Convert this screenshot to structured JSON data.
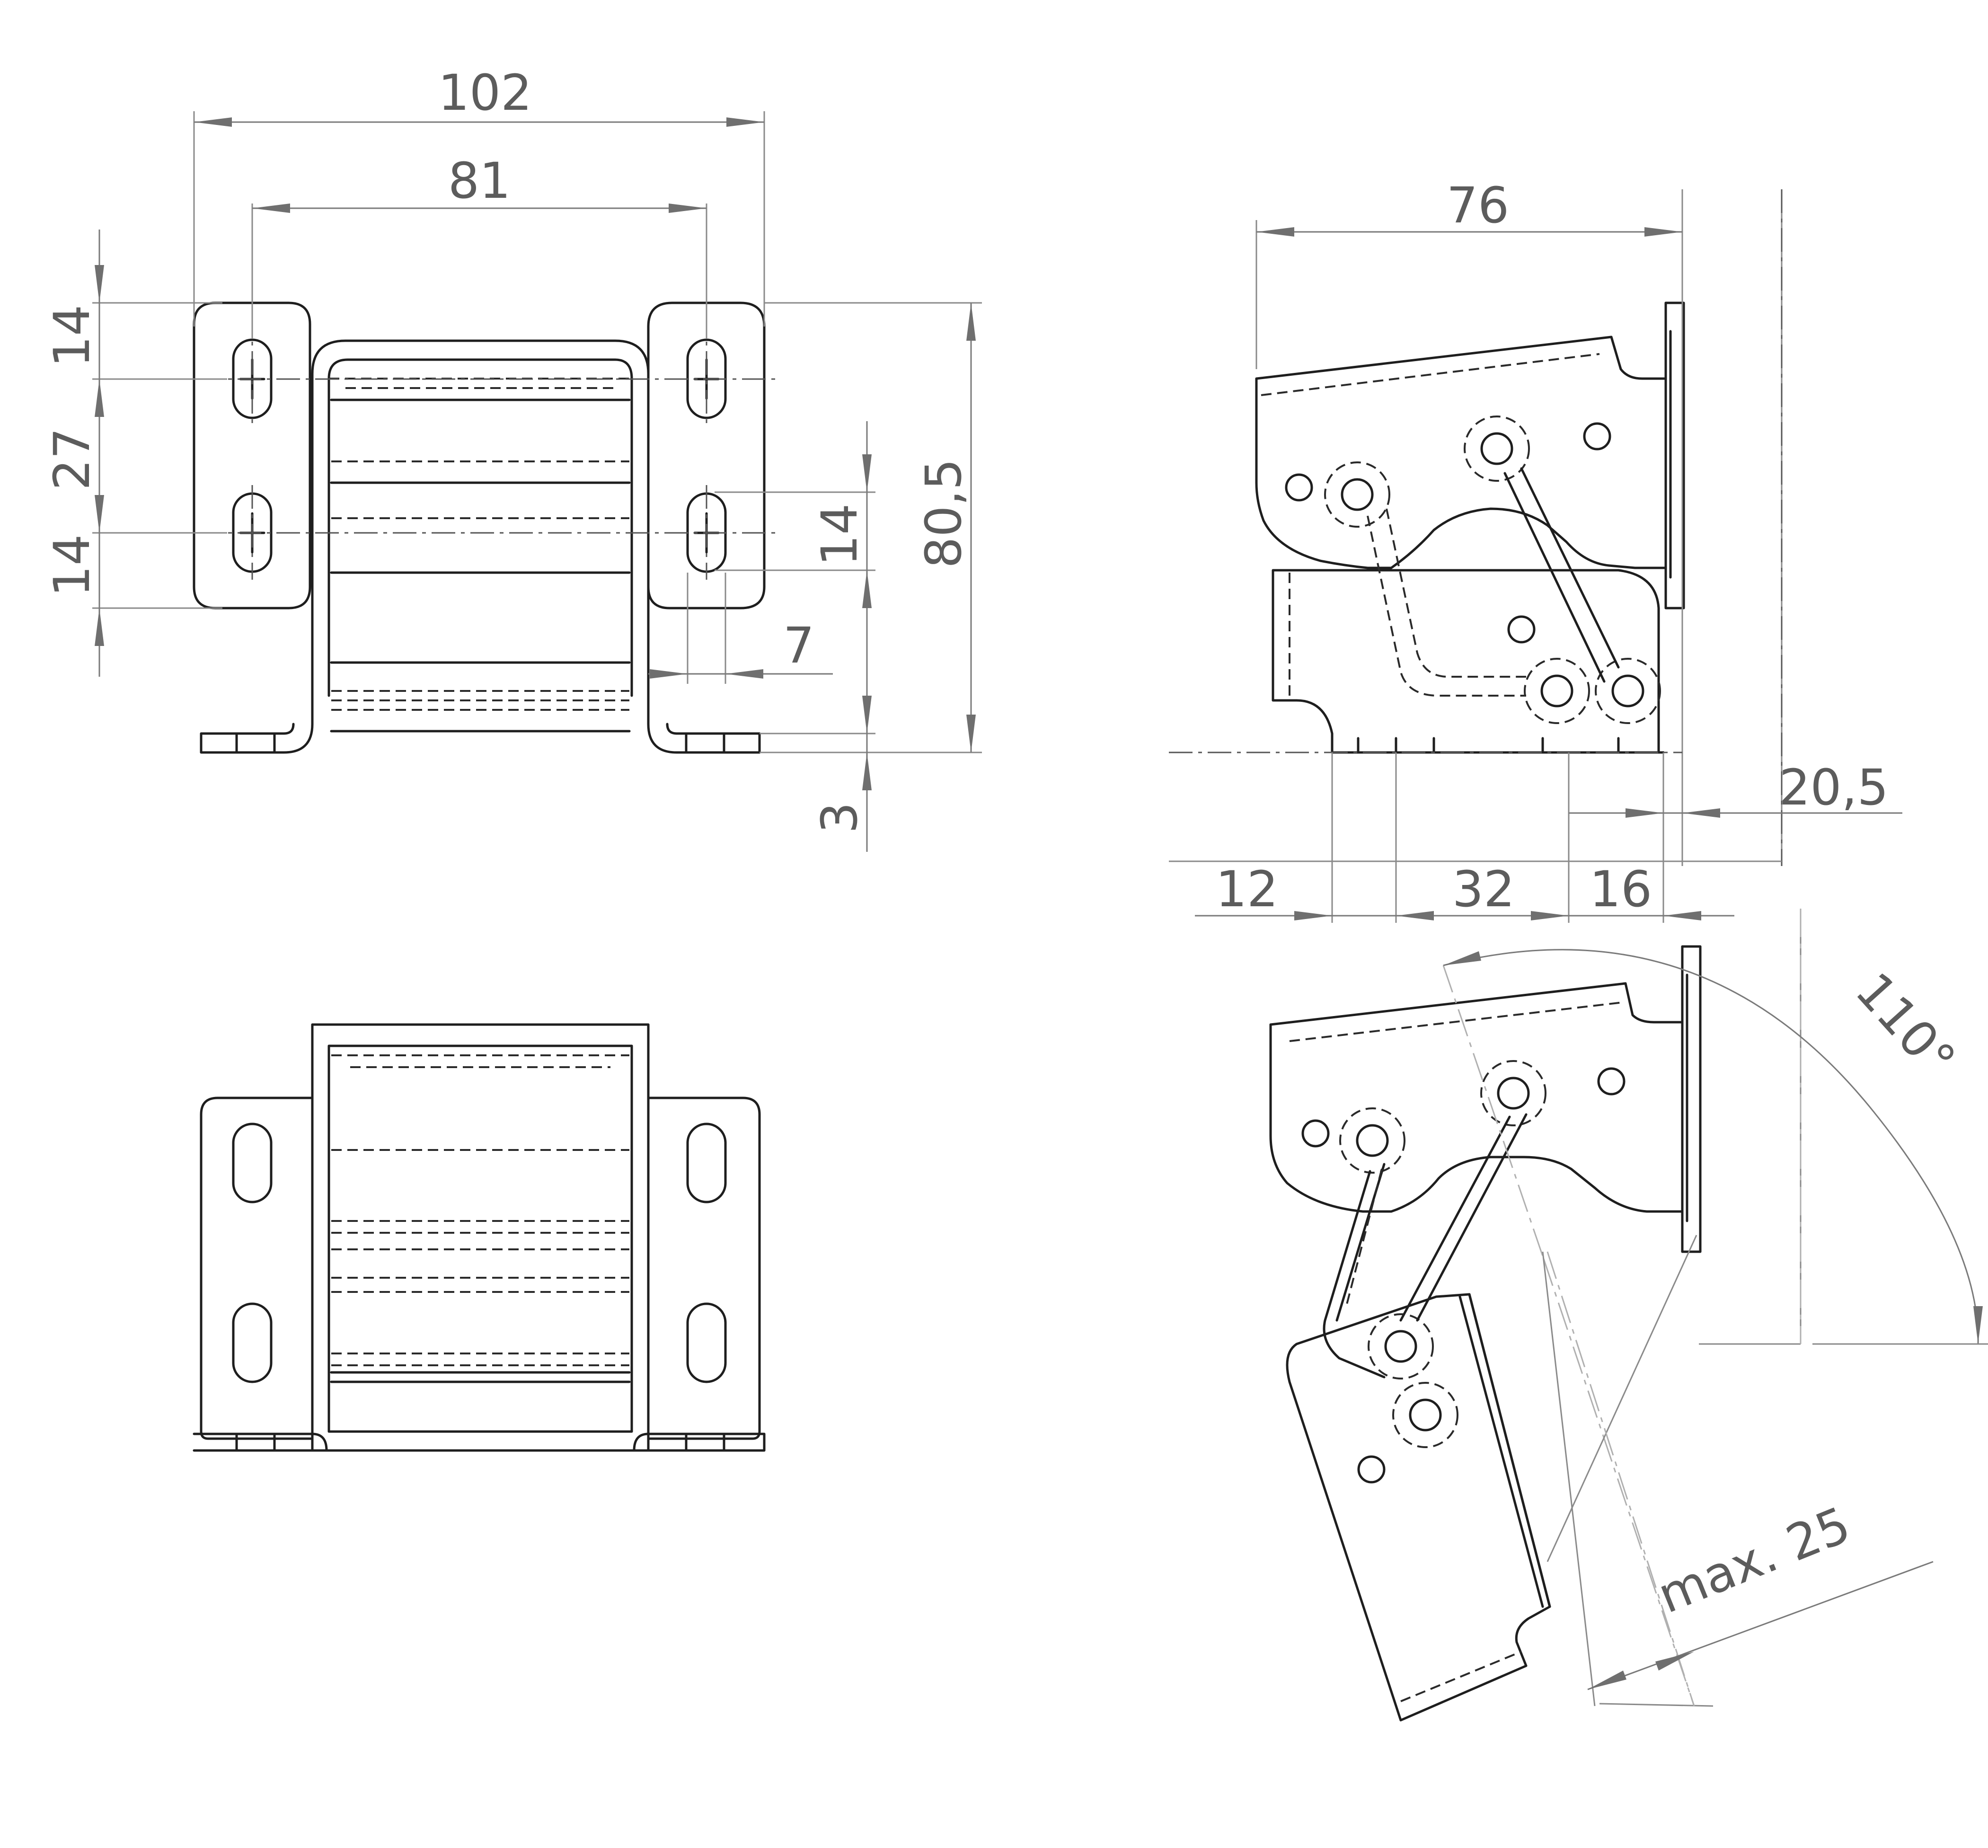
{
  "dimensions": {
    "overall_width": "102",
    "slot_spacing": "81",
    "top_offset": "14",
    "slot_pitch": "27",
    "lower_offset": "14",
    "right_slot": "14",
    "height": "80,5",
    "slot_width": "7",
    "plate_thickness": "3",
    "side_width": "76",
    "hinge_offset": "20,5",
    "base_a": "12",
    "base_b": "32",
    "base_c": "16",
    "opening_angle": "110°",
    "max_thickness": "max. 25"
  }
}
